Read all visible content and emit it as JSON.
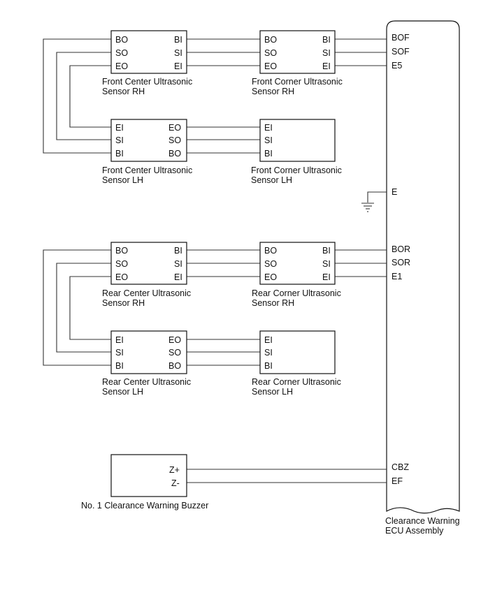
{
  "ecu": {
    "name_line1": "Clearance Warning",
    "name_line2": "ECU Assembly",
    "pins": {
      "bof": "BOF",
      "sof": "SOF",
      "e5": "E5",
      "e": "E",
      "bor": "BOR",
      "sor": "SOR",
      "e1": "E1",
      "cbz": "CBZ",
      "ef": "EF"
    }
  },
  "front_center_rh": {
    "name_line1": "Front Center Ultrasonic",
    "name_line2": "Sensor RH",
    "pins": {
      "bo": "BO",
      "so": "SO",
      "eo": "EO",
      "bi": "BI",
      "si": "SI",
      "ei": "EI"
    }
  },
  "front_corner_rh": {
    "name_line1": "Front Corner Ultrasonic",
    "name_line2": "Sensor RH",
    "pins": {
      "bo": "BO",
      "so": "SO",
      "eo": "EO",
      "bi": "BI",
      "si": "SI",
      "ei": "EI"
    }
  },
  "front_center_lh": {
    "name_line1": "Front Center Ultrasonic",
    "name_line2": "Sensor LH",
    "pins": {
      "ei": "EI",
      "si": "SI",
      "bi": "BI",
      "eo": "EO",
      "so": "SO",
      "bo": "BO"
    }
  },
  "front_corner_lh": {
    "name_line1": "Front Corner Ultrasonic",
    "name_line2": "Sensor LH",
    "pins": {
      "ei": "EI",
      "si": "SI",
      "bi": "BI"
    }
  },
  "rear_center_rh": {
    "name_line1": "Rear Center Ultrasonic",
    "name_line2": "Sensor RH",
    "pins": {
      "bo": "BO",
      "so": "SO",
      "eo": "EO",
      "bi": "BI",
      "si": "SI",
      "ei": "EI"
    }
  },
  "rear_corner_rh": {
    "name_line1": "Rear Corner Ultrasonic",
    "name_line2": "Sensor RH",
    "pins": {
      "bo": "BO",
      "so": "SO",
      "eo": "EO",
      "bi": "BI",
      "si": "SI",
      "ei": "EI"
    }
  },
  "rear_center_lh": {
    "name_line1": "Rear Center Ultrasonic",
    "name_line2": "Sensor LH",
    "pins": {
      "ei": "EI",
      "si": "SI",
      "bi": "BI",
      "eo": "EO",
      "so": "SO",
      "bo": "BO"
    }
  },
  "rear_corner_lh": {
    "name_line1": "Rear Corner Ultrasonic",
    "name_line2": "Sensor LH",
    "pins": {
      "ei": "EI",
      "si": "SI",
      "bi": "BI"
    }
  },
  "buzzer": {
    "name": "No. 1 Clearance Warning Buzzer",
    "pins": {
      "zplus": "Z+",
      "zminus": "Z-"
    }
  }
}
